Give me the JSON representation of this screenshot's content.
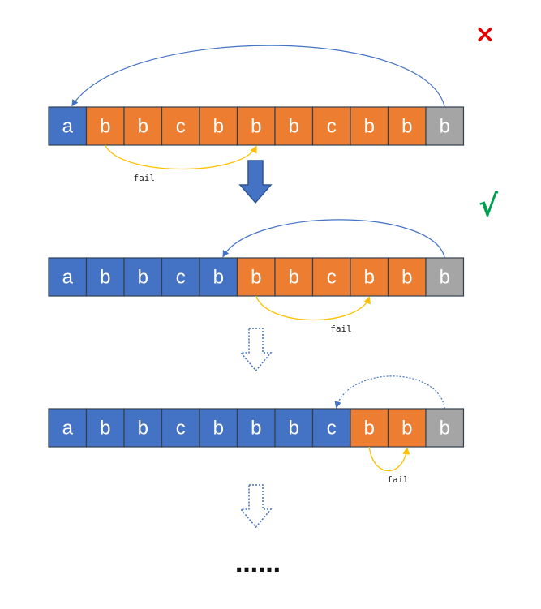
{
  "colors": {
    "matched": "#4472C4",
    "pending": "#ED7D31",
    "current": "#A5A5A5",
    "border": "#333F50",
    "fail_arc": "#FFC000",
    "jump_arc": "#4472C4",
    "cross": "#E00000",
    "check": "#00A050"
  },
  "marks": {
    "cross": "×",
    "check": "√"
  },
  "rows": [
    {
      "cells": [
        {
          "ch": "a",
          "state": "matched"
        },
        {
          "ch": "b",
          "state": "pending"
        },
        {
          "ch": "b",
          "state": "pending"
        },
        {
          "ch": "c",
          "state": "pending"
        },
        {
          "ch": "b",
          "state": "pending"
        },
        {
          "ch": "b",
          "state": "pending"
        },
        {
          "ch": "b",
          "state": "pending"
        },
        {
          "ch": "c",
          "state": "pending"
        },
        {
          "ch": "b",
          "state": "pending"
        },
        {
          "ch": "b",
          "state": "pending"
        },
        {
          "ch": "b",
          "state": "current"
        }
      ],
      "jump_from": 10,
      "jump_to": 0,
      "jump_dashed": false,
      "fail_from": 1,
      "fail_to": 5,
      "fail_label": "fail"
    },
    {
      "cells": [
        {
          "ch": "a",
          "state": "matched"
        },
        {
          "ch": "b",
          "state": "matched"
        },
        {
          "ch": "b",
          "state": "matched"
        },
        {
          "ch": "c",
          "state": "matched"
        },
        {
          "ch": "b",
          "state": "matched"
        },
        {
          "ch": "b",
          "state": "pending"
        },
        {
          "ch": "b",
          "state": "pending"
        },
        {
          "ch": "c",
          "state": "pending"
        },
        {
          "ch": "b",
          "state": "pending"
        },
        {
          "ch": "b",
          "state": "pending"
        },
        {
          "ch": "b",
          "state": "current"
        }
      ],
      "jump_from": 10,
      "jump_to": 4,
      "jump_dashed": false,
      "fail_from": 5,
      "fail_to": 8,
      "fail_label": "fail"
    },
    {
      "cells": [
        {
          "ch": "a",
          "state": "matched"
        },
        {
          "ch": "b",
          "state": "matched"
        },
        {
          "ch": "b",
          "state": "matched"
        },
        {
          "ch": "c",
          "state": "matched"
        },
        {
          "ch": "b",
          "state": "matched"
        },
        {
          "ch": "b",
          "state": "matched"
        },
        {
          "ch": "b",
          "state": "matched"
        },
        {
          "ch": "c",
          "state": "matched"
        },
        {
          "ch": "b",
          "state": "pending"
        },
        {
          "ch": "b",
          "state": "pending"
        },
        {
          "ch": "b",
          "state": "current"
        }
      ],
      "jump_from": 10,
      "jump_to": 7,
      "jump_dashed": true,
      "fail_from": 8,
      "fail_to": 9,
      "fail_label": "fail"
    }
  ],
  "ellipsis": "……"
}
